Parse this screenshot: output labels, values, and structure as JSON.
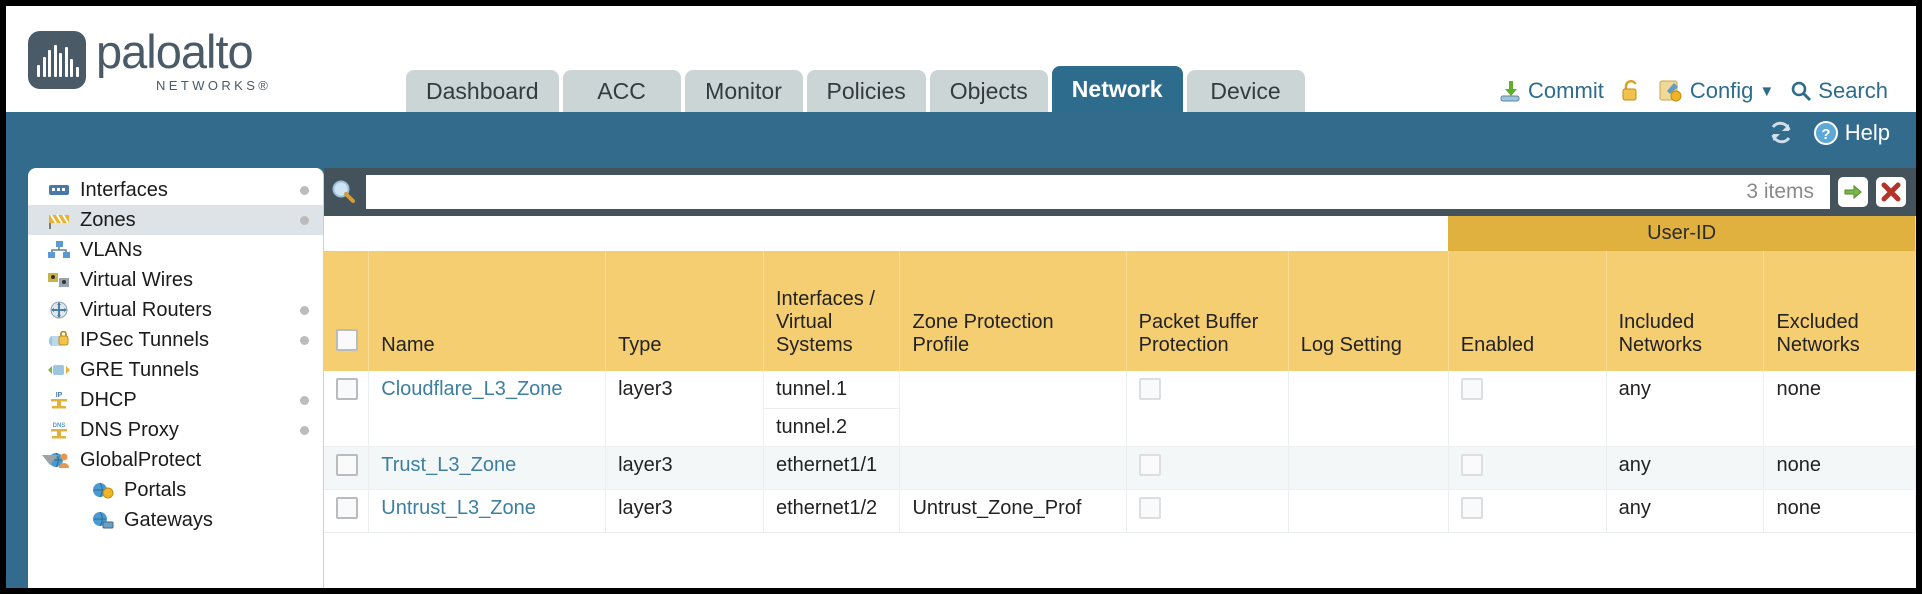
{
  "brand": {
    "name": "paloalto",
    "sub": "NETWORKS®",
    "logo_icon": "paloalto-logo-icon"
  },
  "nav_tabs": [
    {
      "label": "Dashboard",
      "active": false
    },
    {
      "label": "ACC",
      "active": false
    },
    {
      "label": "Monitor",
      "active": false
    },
    {
      "label": "Policies",
      "active": false
    },
    {
      "label": "Objects",
      "active": false
    },
    {
      "label": "Network",
      "active": true
    },
    {
      "label": "Device",
      "active": false
    }
  ],
  "header_actions": {
    "commit": "Commit",
    "lock_icon": "padlock-icon",
    "config": "Config",
    "config_caret": "▼",
    "search": "Search"
  },
  "band": {
    "refresh_icon": "refresh-icon",
    "help": "Help",
    "help_icon": "help-icon"
  },
  "sidebar": {
    "items": [
      {
        "label": "Interfaces",
        "icon": "interfaces-icon",
        "selected": false,
        "dot": true,
        "child": false,
        "caret": false
      },
      {
        "label": "Zones",
        "icon": "zones-icon",
        "selected": true,
        "dot": true,
        "child": false,
        "caret": false
      },
      {
        "label": "VLANs",
        "icon": "vlans-icon",
        "selected": false,
        "dot": false,
        "child": false,
        "caret": false
      },
      {
        "label": "Virtual Wires",
        "icon": "virtual-wires-icon",
        "selected": false,
        "dot": false,
        "child": false,
        "caret": false
      },
      {
        "label": "Virtual Routers",
        "icon": "virtual-routers-icon",
        "selected": false,
        "dot": true,
        "child": false,
        "caret": false
      },
      {
        "label": "IPSec Tunnels",
        "icon": "ipsec-tunnels-icon",
        "selected": false,
        "dot": true,
        "child": false,
        "caret": false
      },
      {
        "label": "GRE Tunnels",
        "icon": "gre-tunnels-icon",
        "selected": false,
        "dot": false,
        "child": false,
        "caret": false
      },
      {
        "label": "DHCP",
        "icon": "dhcp-icon",
        "selected": false,
        "dot": true,
        "child": false,
        "caret": false
      },
      {
        "label": "DNS Proxy",
        "icon": "dns-proxy-icon",
        "selected": false,
        "dot": true,
        "child": false,
        "caret": false
      },
      {
        "label": "GlobalProtect",
        "icon": "globalprotect-icon",
        "selected": false,
        "dot": false,
        "child": false,
        "caret": true
      },
      {
        "label": "Portals",
        "icon": "portals-icon",
        "selected": false,
        "dot": false,
        "child": true,
        "caret": false
      },
      {
        "label": "Gateways",
        "icon": "gateways-icon",
        "selected": false,
        "dot": false,
        "child": true,
        "caret": false
      }
    ]
  },
  "filter": {
    "search_icon": "search-icon",
    "value": "",
    "placeholder": "",
    "items_count": "3 items",
    "apply_icon": "apply-filter-arrow-icon",
    "clear_icon": "clear-filter-x-icon"
  },
  "table": {
    "group_header": "User-ID",
    "columns": [
      "Name",
      "Type",
      "Interfaces / Virtual Systems",
      "Zone Protection Profile",
      "Packet Buffer Protection",
      "Log Setting",
      "Enabled",
      "Included Networks",
      "Excluded Networks"
    ],
    "rows": [
      {
        "selected": false,
        "name": "Cloudflare_L3_Zone",
        "type": "layer3",
        "interfaces": [
          "tunnel.1",
          "tunnel.2"
        ],
        "zone_protection_profile": "",
        "packet_buffer_protection": false,
        "log_setting": "",
        "enabled": false,
        "included_networks": "any",
        "excluded_networks": "none"
      },
      {
        "selected": false,
        "name": "Trust_L3_Zone",
        "type": "layer3",
        "interfaces": [
          "ethernet1/1"
        ],
        "zone_protection_profile": "",
        "packet_buffer_protection": false,
        "log_setting": "",
        "enabled": false,
        "included_networks": "any",
        "excluded_networks": "none"
      },
      {
        "selected": false,
        "name": "Untrust_L3_Zone",
        "type": "layer3",
        "interfaces": [
          "ethernet1/2"
        ],
        "zone_protection_profile": "Untrust_Zone_Prof",
        "packet_buffer_protection": false,
        "log_setting": "",
        "enabled": false,
        "included_networks": "any",
        "excluded_networks": "none"
      }
    ]
  },
  "colors": {
    "brand_slate": "#4a5a66",
    "band_blue": "#336b8c",
    "active_tab": "#2e6c8e",
    "header_amber": "#f5ce72",
    "group_amber": "#e0b13e",
    "link_blue": "#3c7fa0",
    "filterbar": "#43525b"
  }
}
